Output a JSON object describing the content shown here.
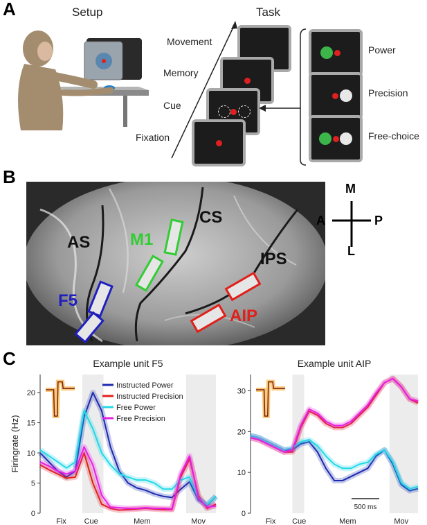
{
  "panelA": {
    "letter": "A",
    "setup_title": "Setup",
    "task_title": "Task",
    "task_stages": [
      "Movement",
      "Memory",
      "Cue",
      "Fixation"
    ],
    "cue_types": [
      "Power",
      "Precision",
      "Free-choice"
    ],
    "colors": {
      "target_power": "#3cb54a",
      "target_precision": "#e8e8e8",
      "fixation": "#e02020",
      "screen": "#1c1c1c"
    }
  },
  "panelB": {
    "letter": "B",
    "labels": {
      "as": "AS",
      "cs": "CS",
      "ips": "IPS",
      "f5": "F5",
      "m1": "M1",
      "aip": "AIP"
    },
    "compass": {
      "m": "M",
      "l": "L",
      "a": "A",
      "p": "P"
    },
    "colors": {
      "f5": "#1f1fbf",
      "m1": "#33cc33",
      "aip": "#e0201a"
    }
  },
  "panelC": {
    "letter": "C",
    "legend": [
      "Instructed Power",
      "Instructed Precision",
      "Free Power",
      "Free Precision"
    ],
    "scalebar_label": "500 ms",
    "epochs": [
      "Fix",
      "Cue",
      "Mem",
      "Mov"
    ],
    "chart_data": [
      {
        "type": "line",
        "title": "Example unit F5",
        "ylabel": "Firingrate (Hz)",
        "xlabel": "",
        "ylim": [
          0,
          23
        ],
        "yticks": [
          0,
          5,
          10,
          15,
          20
        ],
        "x": [
          0,
          0.05,
          0.1,
          0.15,
          0.2,
          0.25,
          0.3,
          0.35,
          0.4,
          0.45,
          0.5,
          0.55,
          0.6,
          0.65,
          0.7,
          0.75,
          0.8,
          0.85,
          0.9,
          0.95,
          1.0
        ],
        "shaded": [
          [
            0.24,
            0.36
          ],
          [
            0.83,
            1.0
          ]
        ],
        "series": [
          {
            "name": "Instructed Power",
            "color": "#1c2bb0",
            "values": [
              10,
              8.5,
              7,
              6,
              7,
              16,
              20,
              17,
              11,
              7,
              5,
              4.2,
              3.8,
              3.2,
              2.8,
              2.6,
              4,
              5.2,
              2.2,
              1.3,
              2.8
            ]
          },
          {
            "name": "Instructed Precision",
            "color": "#e0201a",
            "values": [
              8,
              7.2,
              6.5,
              5.8,
              6,
              10,
              5,
              1.5,
              0.8,
              0.5,
              0.6,
              0.7,
              0.8,
              0.7,
              0.6,
              0.6,
              6,
              9,
              3,
              0.8,
              1.5
            ]
          },
          {
            "name": "Free Power",
            "color": "#22d8e6",
            "values": [
              10.5,
              9.5,
              8.5,
              7.5,
              8.5,
              17,
              14,
              10,
              8,
              6.5,
              6,
              5.5,
              5.5,
              5,
              4,
              4,
              5.5,
              6,
              2.5,
              1.4,
              2.8
            ]
          },
          {
            "name": "Free Precision",
            "color": "#e61fe6",
            "values": [
              8.5,
              7.8,
              7,
              6.5,
              7,
              11,
              8,
              3,
              1,
              0.9,
              0.8,
              0.8,
              0.9,
              0.8,
              0.8,
              0.7,
              6.5,
              9.5,
              2.5,
              1,
              1.2
            ]
          }
        ]
      },
      {
        "type": "line",
        "title": "Example unit AIP",
        "ylabel": "",
        "xlabel": "",
        "ylim": [
          0,
          34
        ],
        "yticks": [
          0,
          10,
          20,
          30
        ],
        "x": [
          0,
          0.05,
          0.1,
          0.15,
          0.2,
          0.25,
          0.3,
          0.35,
          0.4,
          0.45,
          0.5,
          0.55,
          0.6,
          0.65,
          0.7,
          0.75,
          0.8,
          0.85,
          0.9,
          0.95,
          1.0
        ],
        "shaded": [
          [
            0.25,
            0.32
          ],
          [
            0.83,
            1.0
          ]
        ],
        "series": [
          {
            "name": "Instructed Power",
            "color": "#1c2bb0",
            "values": [
              19,
              18.5,
              17.5,
              16.5,
              15.5,
              15.5,
              17,
              17.5,
              15,
              11,
              8,
              8,
              9,
              10,
              11,
              14,
              15.5,
              12,
              7,
              5.5,
              6
            ]
          },
          {
            "name": "Instructed Precision",
            "color": "#e0201a",
            "values": [
              18.5,
              18,
              17,
              16,
              15,
              15,
              21,
              25,
              24,
              22,
              21,
              21,
              22,
              24,
              26,
              29,
              32,
              33,
              31,
              28,
              27
            ]
          },
          {
            "name": "Free Power",
            "color": "#22d8e6",
            "values": [
              19,
              18.5,
              17.5,
              16.5,
              15.5,
              16,
              17.5,
              18,
              16.5,
              14,
              12,
              11,
              11,
              12,
              12.5,
              14.5,
              15.5,
              12.5,
              7.5,
              6,
              6.5
            ]
          },
          {
            "name": "Free Precision",
            "color": "#e61fe6",
            "values": [
              18.5,
              18,
              17,
              16,
              15,
              15.5,
              21.5,
              25.5,
              24.5,
              22.5,
              21.5,
              21.5,
              22.5,
              24.5,
              26.5,
              29.5,
              32,
              33,
              31,
              28,
              27.5
            ]
          }
        ]
      }
    ]
  }
}
